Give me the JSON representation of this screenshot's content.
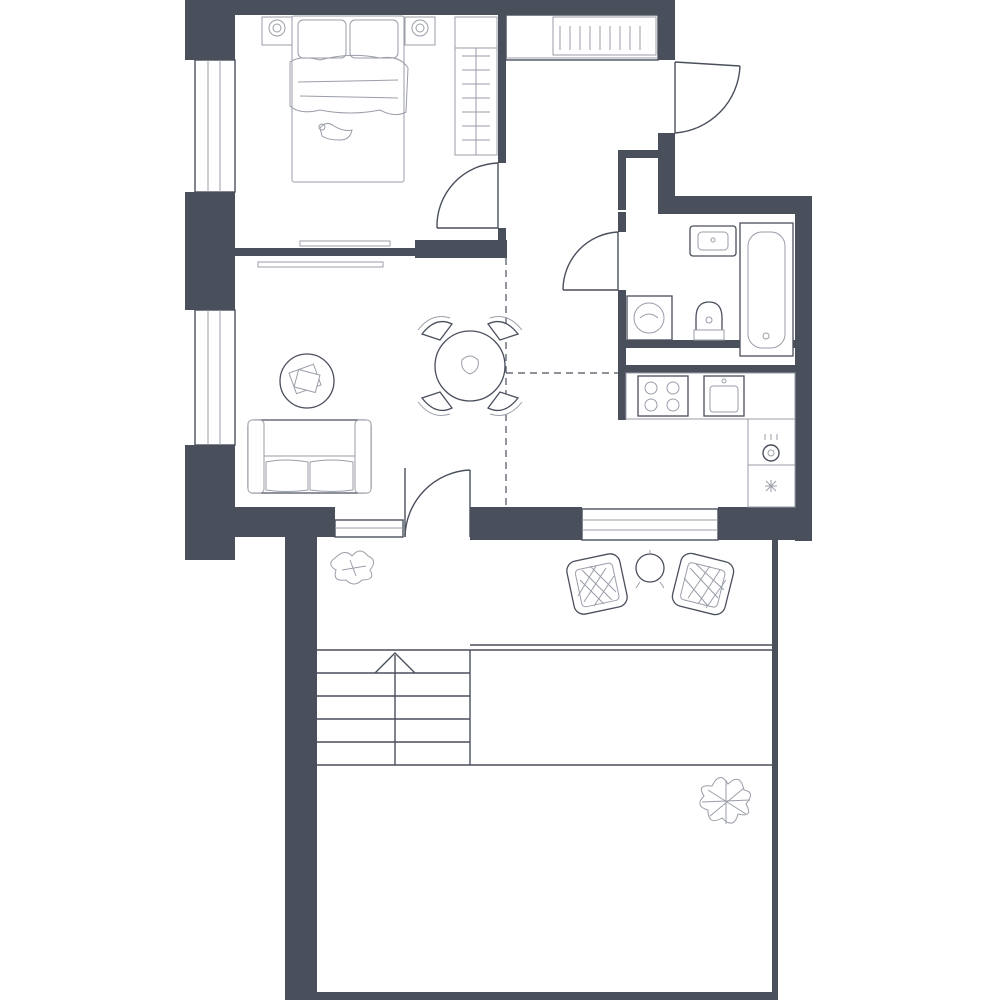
{
  "plan": {
    "colors": {
      "wall": "#4a4f5c",
      "line": "#4a4f5c",
      "light_line": "#9a9ea8",
      "background": "#ffffff"
    },
    "rooms": [
      "bedroom",
      "living-room",
      "hallway",
      "bathroom",
      "kitchen",
      "terrace"
    ],
    "icons": [
      "bed-icon",
      "cat-icon",
      "sofa-icon",
      "dining-table-icon",
      "bathtub-icon",
      "toilet-icon",
      "washing-machine-icon",
      "sink-icon",
      "cooktop-icon",
      "armchair-icon",
      "plant-icon",
      "stairs-arrow-icon"
    ]
  }
}
